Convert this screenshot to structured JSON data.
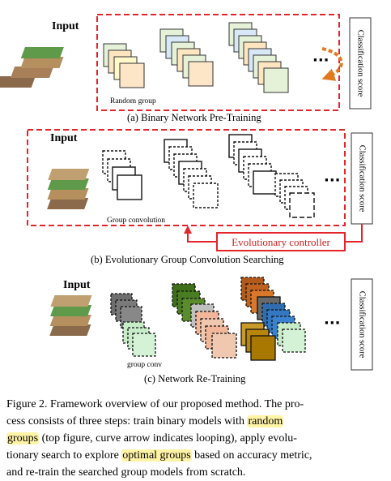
{
  "colors": {
    "dashed_red": "#e3242b",
    "controller_text": "#cc1f1f",
    "highlight": "#fff3a6",
    "arrow_orange": "#e07a1f"
  },
  "panel_a": {
    "input_label": "Input",
    "random_group_label": "Random group",
    "score_label": "Classification score",
    "ellipsis": "···",
    "caption": "(a) Binary Network Pre-Training"
  },
  "panel_b": {
    "input_label": "Input",
    "group_conv_label": "Group convolution",
    "score_label": "Classification score",
    "ellipsis": "···",
    "controller_label": "Evolutionary controller",
    "caption": "(b) Evolutionary Group Convolution Searching"
  },
  "panel_c": {
    "input_label": "Input",
    "group_conv_label": "group conv",
    "score_label": "Classification score",
    "ellipsis": "···",
    "caption": "(c) Network Re-Training"
  },
  "figure_caption": {
    "l1": "Figure 2. Framework overview of our proposed method. The pro-",
    "l2a": "cess consists of three steps: train binary models with ",
    "l2h": "random",
    "l3h": "groups",
    "l3b": " (top figure, curve arrow indicates looping), apply evolu-",
    "l4a": "tionary search to explore ",
    "l4h": "optimal groups",
    "l4b": " based on accuracy metric,",
    "l5": "and re-train the searched group models from scratch."
  }
}
